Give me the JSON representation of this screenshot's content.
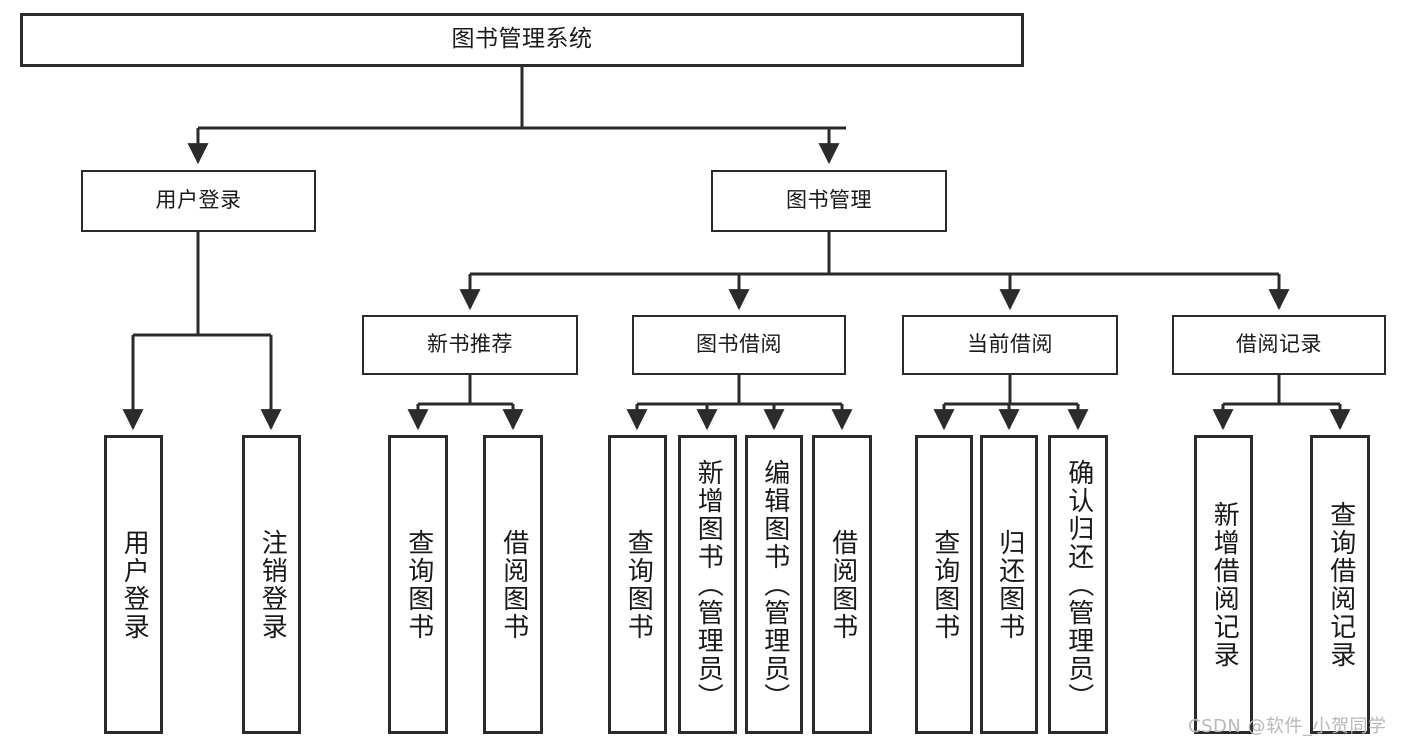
{
  "diagram": {
    "title": "图书管理系统",
    "type": "tree-hierarchy-chart",
    "watermark": "CSDN @软件_小贺同学",
    "colors": {
      "box_border": "#2b2b2b",
      "box_fill": "#ffffff",
      "connector": "#2b2b2b",
      "watermark": "#b9b9b9",
      "background": "#ffffff"
    },
    "root": {
      "label": "图书管理系统"
    },
    "level2": [
      {
        "label": "用户登录"
      },
      {
        "label": "图书管理"
      }
    ],
    "level3": [
      {
        "label": "新书推荐"
      },
      {
        "label": "图书借阅"
      },
      {
        "label": "当前借阅"
      },
      {
        "label": "借阅记录"
      }
    ],
    "leaves": [
      {
        "label": "用户登录",
        "parent": "用户登录"
      },
      {
        "label": "注销登录",
        "parent": "用户登录"
      },
      {
        "label": "查询图书",
        "parent": "新书推荐"
      },
      {
        "label": "借阅图书",
        "parent": "新书推荐"
      },
      {
        "label": "查询图书",
        "parent": "图书借阅"
      },
      {
        "label": "新增图书（管理员）",
        "parent": "图书借阅"
      },
      {
        "label": "编辑图书（管理员）",
        "parent": "图书借阅"
      },
      {
        "label": "借阅图书",
        "parent": "图书借阅"
      },
      {
        "label": "查询图书",
        "parent": "当前借阅"
      },
      {
        "label": "归还图书",
        "parent": "当前借阅"
      },
      {
        "label": "确认归还（管理员）",
        "parent": "当前借阅"
      },
      {
        "label": "新增借阅记录",
        "parent": "借阅记录"
      },
      {
        "label": "查询借阅记录",
        "parent": "借阅记录"
      }
    ]
  }
}
